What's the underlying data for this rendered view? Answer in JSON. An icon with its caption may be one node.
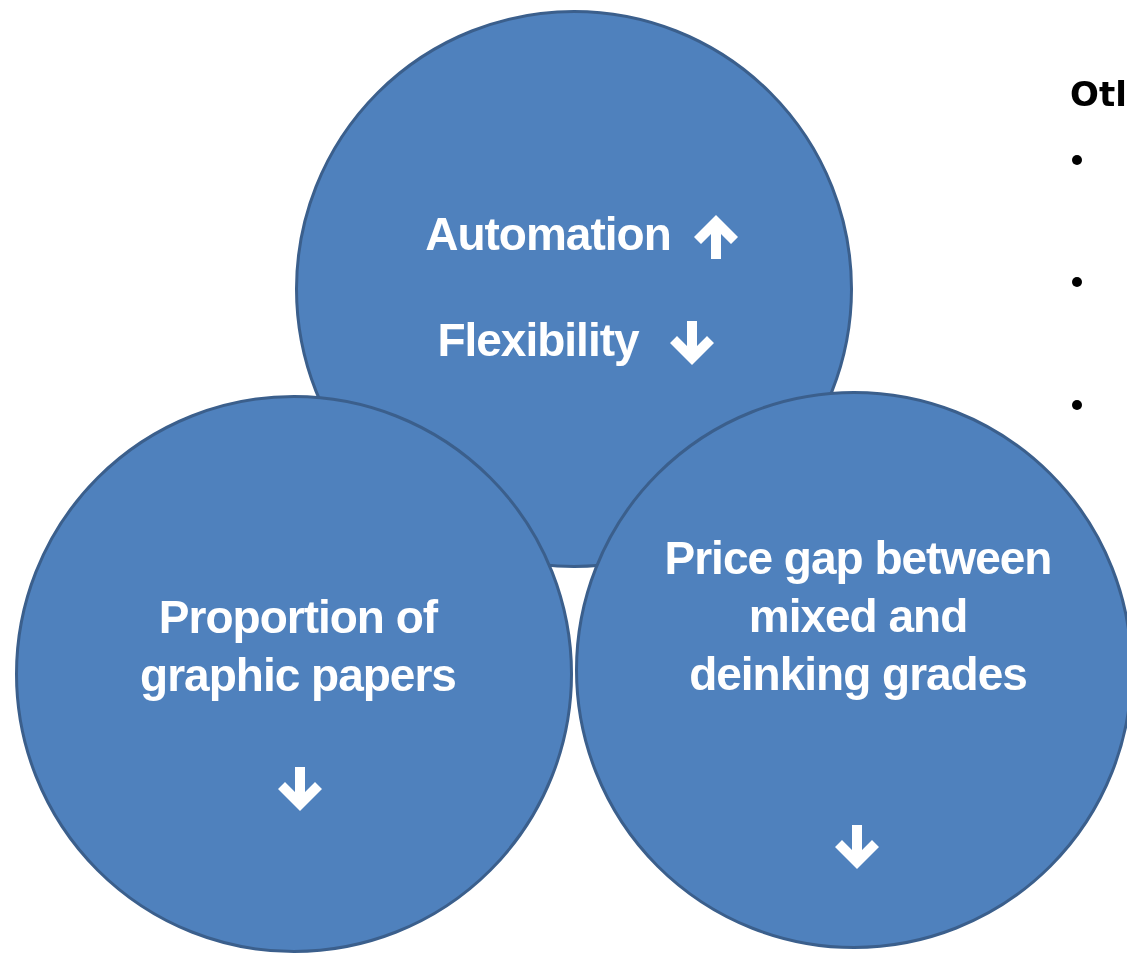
{
  "diagram": {
    "nodes": [
      {
        "text": [
          "Automation",
          "Flexibility"
        ]
      },
      {
        "text": [
          "Proportion of graphic papers"
        ]
      },
      {
        "text": [
          "Price gap between mixed and deinking grades"
        ]
      }
    ],
    "labels": [
      "Otl"
    ]
  }
}
